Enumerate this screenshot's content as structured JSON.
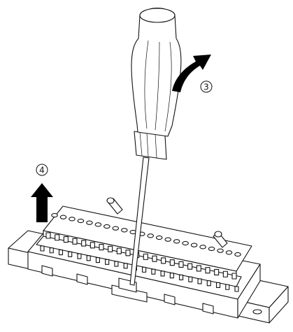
{
  "diagram": {
    "callouts": [
      {
        "id": "step-3",
        "label": "3"
      },
      {
        "id": "step-4",
        "label": "4"
      }
    ],
    "colors": {
      "line": "#111111",
      "fill": "#ffffff",
      "arrow": "#000000"
    },
    "icons": [
      "screwdriver-icon",
      "rotate-arrow-icon",
      "up-arrow-icon",
      "terminal-block-icon",
      "din-rail-icon"
    ]
  }
}
